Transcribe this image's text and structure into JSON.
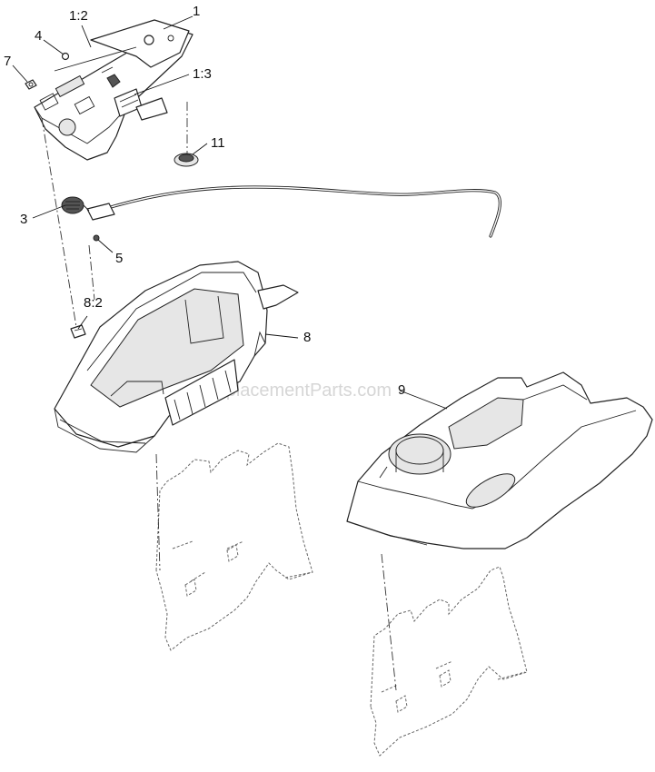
{
  "watermark": "eReplacementParts.com",
  "callouts": {
    "c1": "1",
    "c1_2": "1:2",
    "c1_3": "1:3",
    "c3": "3",
    "c4": "4",
    "c5": "5",
    "c7": "7",
    "c8": "8",
    "c8_2": "8:2",
    "c9": "9",
    "c11": "11"
  }
}
